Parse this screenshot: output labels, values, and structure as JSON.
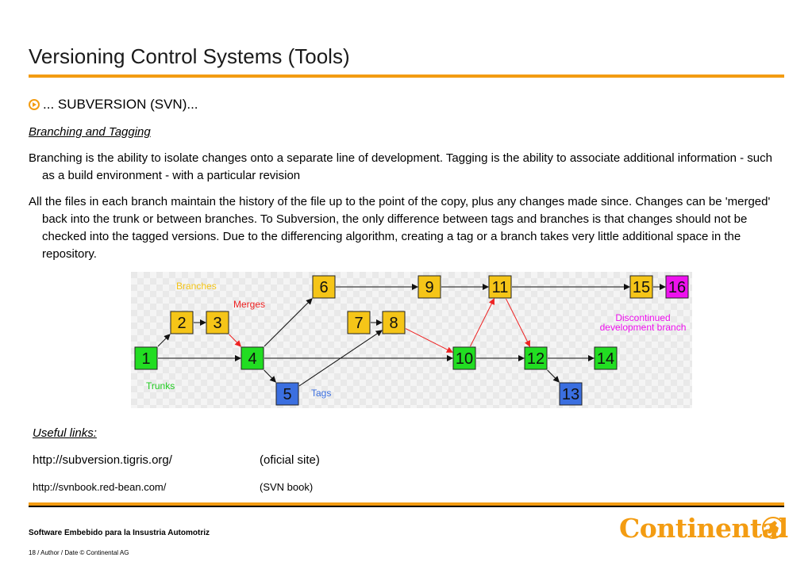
{
  "header": {
    "title": "Versioning Control Systems (Tools)"
  },
  "content": {
    "bullet_text": "... SUBVERSION (SVN)...",
    "subheading": "Branching and Tagging",
    "paragraph1": "Branching is the ability to isolate changes onto a separate line of development. Tagging is the ability to associate additional information - such as a build environment - with a particular revision",
    "paragraph2": "All the files in each branch maintain the history of the file up to the point of the copy, plus any changes made since. Changes can be 'merged' back into the trunk or between branches. To Subversion, the only difference between tags and branches is that changes should not be checked into the tagged versions. Due to the differencing algorithm, creating a tag or a branch takes very little additional space in the repository."
  },
  "diagram": {
    "labels": {
      "branches": "Branches",
      "merges": "Merges",
      "trunks": "Trunks",
      "tags": "Tags",
      "discontinued_line1": "Discontinued",
      "discontinued_line2": "development branch"
    },
    "colors": {
      "trunk": "#22dd22",
      "branch": "#f5c518",
      "tag": "#3b6fe0",
      "discontinued": "#ee11ee",
      "merge_arrow": "#ee2222",
      "branches_label": "#f5c518",
      "trunks_label": "#22cc22",
      "tags_label": "#3b6fe0",
      "discontinued_label": "#ee11ee"
    },
    "nodes": [
      {
        "id": "1",
        "kind": "trunk"
      },
      {
        "id": "2",
        "kind": "branch"
      },
      {
        "id": "3",
        "kind": "branch"
      },
      {
        "id": "4",
        "kind": "trunk"
      },
      {
        "id": "5",
        "kind": "tag"
      },
      {
        "id": "6",
        "kind": "branch"
      },
      {
        "id": "7",
        "kind": "branch"
      },
      {
        "id": "8",
        "kind": "branch"
      },
      {
        "id": "9",
        "kind": "branch"
      },
      {
        "id": "10",
        "kind": "trunk"
      },
      {
        "id": "11",
        "kind": "branch"
      },
      {
        "id": "12",
        "kind": "trunk"
      },
      {
        "id": "13",
        "kind": "tag"
      },
      {
        "id": "14",
        "kind": "trunk"
      },
      {
        "id": "15",
        "kind": "branch"
      },
      {
        "id": "16",
        "kind": "discontinued"
      }
    ]
  },
  "links": {
    "heading": "Useful links:",
    "items": [
      {
        "url": "http://subversion.tigris.org/",
        "desc": "(oficial site)"
      },
      {
        "url": "http://svnbook.red-bean.com/",
        "desc": "(SVN book)"
      }
    ]
  },
  "footer": {
    "title": "Software Embebido para la Insustria Automotriz",
    "meta": "18 / Author /  Date   © Continental AG",
    "logo_text": "Continental"
  }
}
